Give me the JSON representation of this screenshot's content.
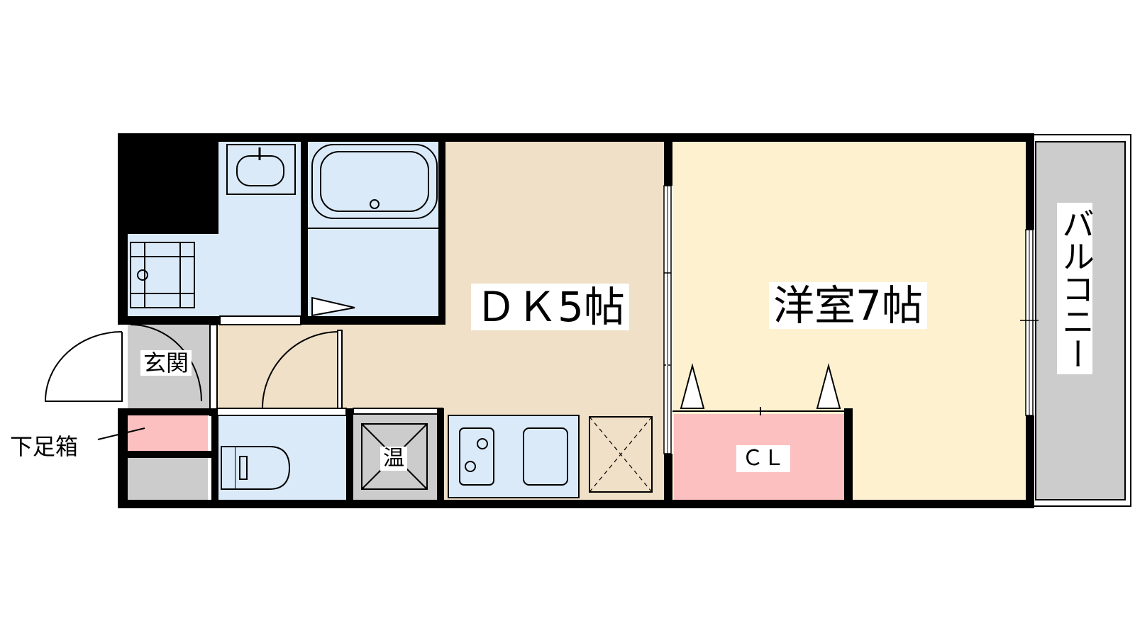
{
  "rooms": {
    "dk": {
      "label": "ＤＫ5帖"
    },
    "western_room": {
      "label": "洋室7帖"
    },
    "balcony": {
      "label": "バルコニー"
    },
    "entrance": {
      "label": "玄関"
    },
    "closet": {
      "label": "ＣＬ"
    },
    "water_heater": {
      "label": "温"
    },
    "shoe_box": {
      "label": "下足箱"
    }
  },
  "colors": {
    "wall": "#000000",
    "dk_floor": "#efe0c7",
    "western_floor": "#fdf1d0",
    "wet_area": "#dbeaf9",
    "closet": "#fcc0c0",
    "shoe_box": "#fcc0c0",
    "gray_area": "#cccccc",
    "balcony": "#cccccc"
  }
}
